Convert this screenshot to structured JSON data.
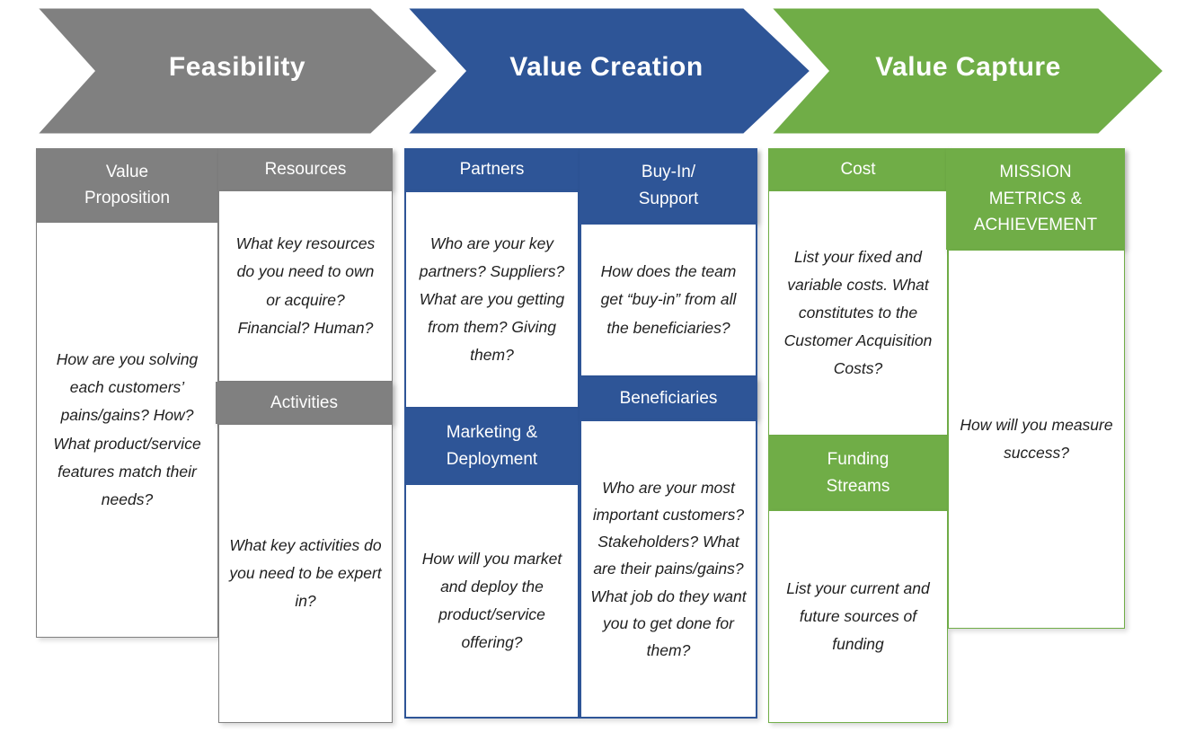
{
  "banners": {
    "feasibility": {
      "title": "Feasibility"
    },
    "value_creation": {
      "title": "Value Creation"
    },
    "value_capture": {
      "title": "Value Capture"
    }
  },
  "columns": {
    "value_proposition": {
      "header": "Value\nProposition",
      "body": "How are you solving each customers’ pains/gains? How? What product/service features match their needs?"
    },
    "resources": {
      "header": "Resources",
      "body": "What key resources do you need to own or acquire? Financial? Human?"
    },
    "activities": {
      "header": "Activities",
      "body": "What key activities do you need to be expert in?"
    },
    "partners": {
      "header": "Partners",
      "body": "Who are your key partners? Suppliers? What are you getting from them? Giving them?"
    },
    "marketing_deployment": {
      "header": "Marketing &\nDeployment",
      "body": "How will you market and deploy the product/service offering?"
    },
    "buy_in_support": {
      "header": "Buy-In/\nSupport",
      "body": "How does the team get “buy-in” from all the beneficiaries?"
    },
    "beneficiaries": {
      "header": "Beneficiaries",
      "body": "Who are your most important customers? Stakeholders? What are their pains/gains? What job do they want you to get done for them?"
    },
    "cost": {
      "header": "Cost",
      "body": "List your fixed and variable costs. What constitutes to the Customer Acquisition Costs?"
    },
    "funding_streams": {
      "header": "Funding\nStreams",
      "body": "List your current and future sources of funding"
    },
    "mission_metrics": {
      "header": "MISSION\nMETRICS &\nACHIEVEMENT",
      "body": "How will you measure success?"
    }
  },
  "colors": {
    "gray": "#808080",
    "blue": "#2E5597",
    "green": "#70AD47",
    "body_text": "#1f1f1f"
  }
}
